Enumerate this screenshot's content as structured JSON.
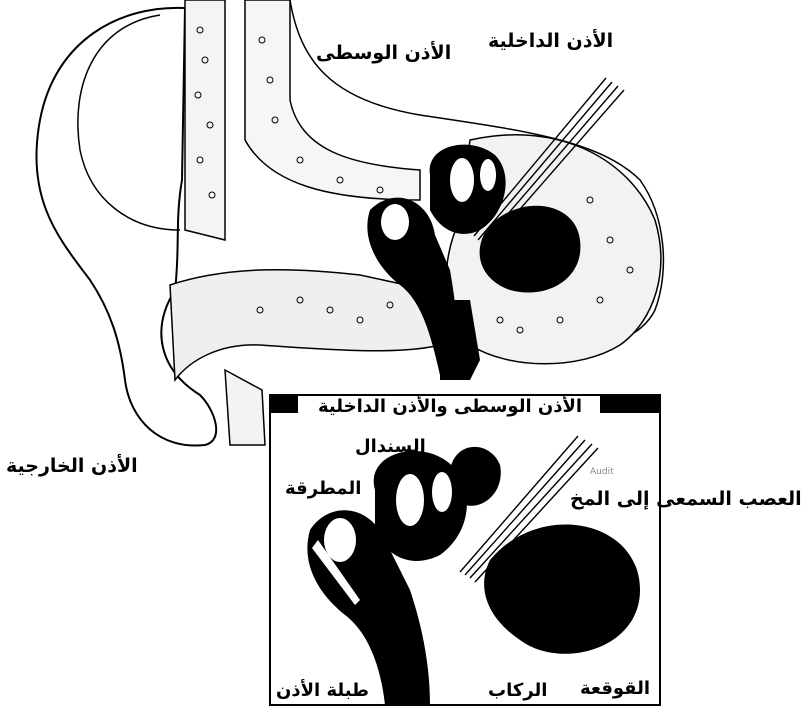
{
  "labels": {
    "inner_ear": "الأذن الداخلية",
    "middle_ear": "الأذن الوسطى",
    "outer_ear": "الأذن الخارجية",
    "inset_title": "الأذن الوسطى والأذن الداخلية",
    "incus": "السندال",
    "malleus": "المطرقة",
    "auditory_nerve": "العصب السمعى إلى المخ",
    "eardrum": "طبلة الأذن",
    "stapes": "الركاب",
    "cochlea": "القوقعة",
    "faint_text": "Audit"
  },
  "colors": {
    "ink": "#000000",
    "paper": "#ffffff",
    "bone": "#f2f2f2"
  }
}
